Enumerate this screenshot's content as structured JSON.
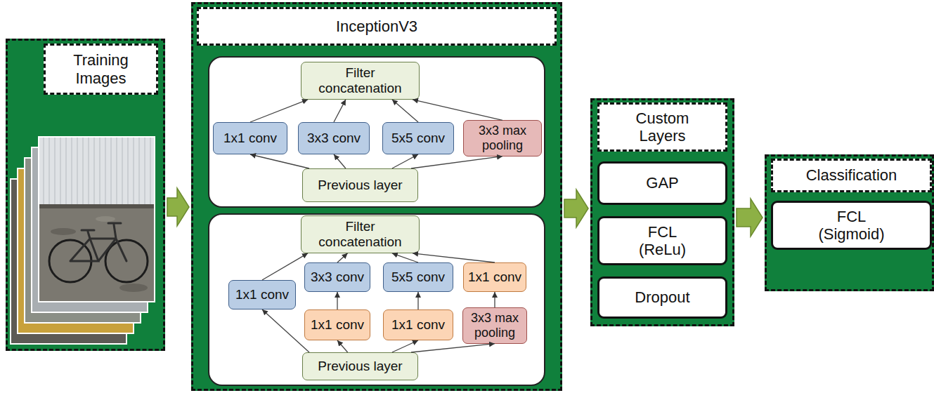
{
  "diagram": {
    "nodes": [
      {
        "text": [
          "Training Images"
        ]
      },
      {
        "text": [
          "InceptionV3"
        ]
      },
      {
        "text": [
          "Filter concatenation"
        ],
        "in": 1
      },
      {
        "text": [
          "1x1 conv"
        ],
        "in": 1
      },
      {
        "text": [
          "3x3 conv"
        ],
        "in": 1
      },
      {
        "text": [
          "5x5 conv"
        ],
        "in": 1
      },
      {
        "text": [
          "3x3 max pooling"
        ],
        "in": 1
      },
      {
        "text": [
          "Previous layer"
        ],
        "in": 1
      },
      {
        "text": [
          "Filter concatenation"
        ],
        "in": 1
      },
      {
        "text": [
          "1x1 conv"
        ],
        "in": 1
      },
      {
        "text": [
          "3x3 conv"
        ],
        "in": 1
      },
      {
        "text": [
          "5x5 conv"
        ],
        "in": 1
      },
      {
        "text": [
          "1x1 conv"
        ],
        "in": 1
      },
      {
        "text": [
          "1x1 conv"
        ],
        "in": 1
      },
      {
        "text": [
          "1x1 conv"
        ],
        "in": 1
      },
      {
        "text": [
          "3x3 max pooling"
        ],
        "in": 1
      },
      {
        "text": [
          "Previous layer"
        ],
        "in": 1
      },
      {
        "text": [
          "Custom Layers"
        ]
      },
      {
        "text": [
          "GAP"
        ],
        "in": 17
      },
      {
        "text": [
          "FCL (ReLu)"
        ],
        "in": 17
      },
      {
        "text": [
          "Dropout"
        ],
        "in": 17
      },
      {
        "text": [
          "Classification"
        ]
      },
      {
        "text": [
          "FCL (Sigmoid)"
        ],
        "in": 21
      }
    ],
    "edges": [
      {
        "from": 0,
        "to": 1,
        "arrow": "to"
      },
      {
        "from": 1,
        "to": 17,
        "arrow": "to"
      },
      {
        "from": 17,
        "to": 21,
        "arrow": "to"
      },
      {
        "from": 7,
        "to": 3,
        "arrow": "to"
      },
      {
        "from": 7,
        "to": 4,
        "arrow": "to"
      },
      {
        "from": 7,
        "to": 5,
        "arrow": "to"
      },
      {
        "from": 7,
        "to": 6,
        "arrow": "to"
      },
      {
        "from": 3,
        "to": 2,
        "arrow": "to"
      },
      {
        "from": 4,
        "to": 2,
        "arrow": "to"
      },
      {
        "from": 5,
        "to": 2,
        "arrow": "to"
      },
      {
        "from": 6,
        "to": 2,
        "arrow": "to"
      },
      {
        "from": 16,
        "to": 9,
        "arrow": "to"
      },
      {
        "from": 16,
        "to": 13,
        "arrow": "to"
      },
      {
        "from": 16,
        "to": 14,
        "arrow": "to"
      },
      {
        "from": 16,
        "to": 15,
        "arrow": "to"
      },
      {
        "from": 13,
        "to": 10,
        "arrow": "to"
      },
      {
        "from": 14,
        "to": 11,
        "arrow": "to"
      },
      {
        "from": 15,
        "to": 12,
        "arrow": "to"
      },
      {
        "from": 9,
        "to": 8,
        "arrow": "to"
      },
      {
        "from": 10,
        "to": 8,
        "arrow": "to"
      },
      {
        "from": 11,
        "to": 8,
        "arrow": "to"
      },
      {
        "from": 12,
        "to": 8,
        "arrow": "to"
      }
    ]
  }
}
